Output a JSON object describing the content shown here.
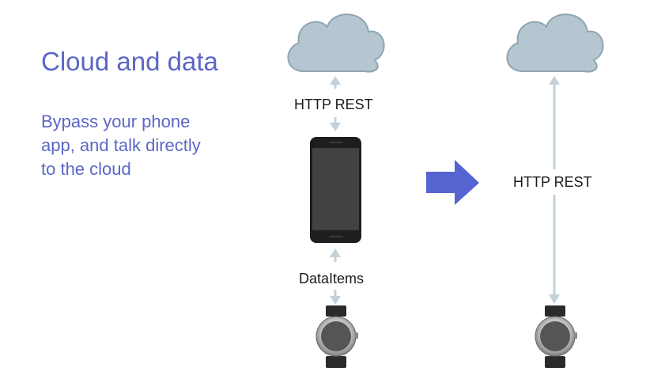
{
  "slide": {
    "title": "Cloud and data",
    "subtitle_lines": [
      "Bypass your phone",
      "app, and talk directly",
      "to the cloud"
    ]
  },
  "left_diagram": {
    "upper_connection_label": "HTTP REST",
    "lower_connection_label": "DataItems",
    "nodes": [
      "cloud-icon",
      "phone-icon",
      "watch-icon"
    ]
  },
  "right_diagram": {
    "connection_label": "HTTP REST",
    "nodes": [
      "cloud-icon",
      "watch-icon"
    ]
  },
  "transition_arrow": "right-arrow-icon",
  "colors": {
    "title": "#5b66c6",
    "cloud_fill": "#b5c6d1",
    "cloud_stroke": "#8fa5b3",
    "connector": "#c3d1da",
    "transition_arrow": "#5664d2",
    "phone_body": "#1e1e1e",
    "phone_screen": "#424242"
  }
}
